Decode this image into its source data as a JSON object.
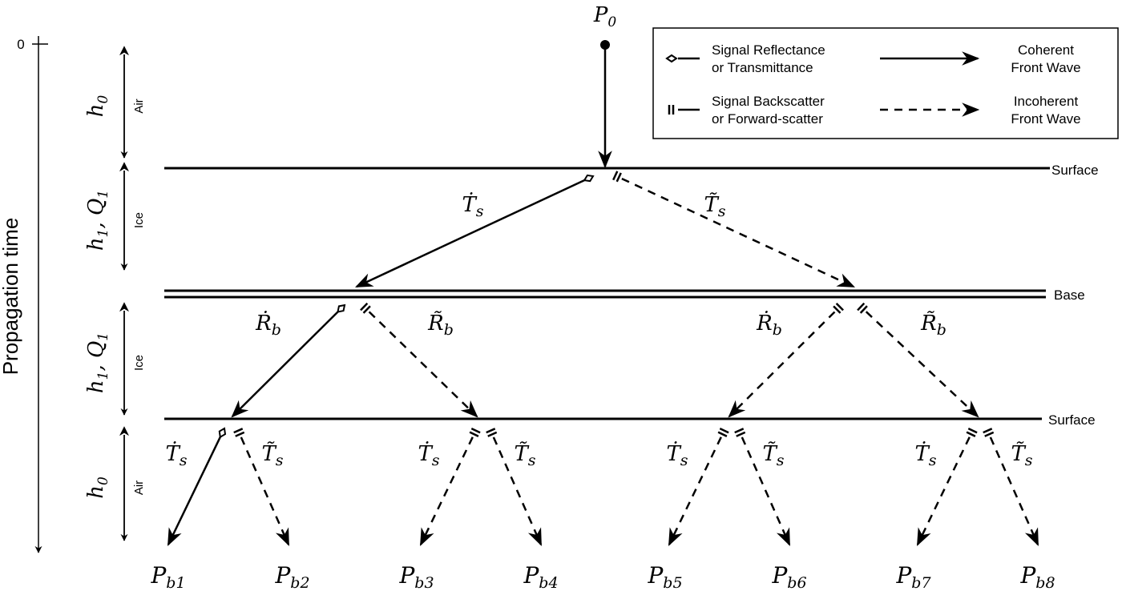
{
  "time_axis": {
    "label": "Propagation time",
    "zero_tick": "0"
  },
  "source": {
    "main": "P",
    "sub": "0"
  },
  "layers": [
    {
      "thickness": "h",
      "sub": "0",
      "medium": "Air"
    },
    {
      "thickness": "h",
      "sub": "1",
      "extra": ", Q",
      "extra_sub": "1",
      "medium": "Ice"
    },
    {
      "thickness": "h",
      "sub": "1",
      "extra": ", Q",
      "extra_sub": "1",
      "medium": "Ice"
    },
    {
      "thickness": "h",
      "sub": "0",
      "medium": "Air"
    }
  ],
  "interfaces": {
    "surface_top": "Surface",
    "base": "Base",
    "surface_bottom": "Surface"
  },
  "coefficients": {
    "Ts_coherent": {
      "main": "Ṫ",
      "sub": "s"
    },
    "Ts_incoherent": {
      "main": "T̃",
      "sub": "s"
    },
    "Rb_coherent": {
      "main": "Ṙ",
      "sub": "b"
    },
    "Rb_incoherent": {
      "main": "R̃",
      "sub": "b"
    }
  },
  "outputs": [
    {
      "main": "P",
      "sub": "b1"
    },
    {
      "main": "P",
      "sub": "b2"
    },
    {
      "main": "P",
      "sub": "b3"
    },
    {
      "main": "P",
      "sub": "b4"
    },
    {
      "main": "P",
      "sub": "b5"
    },
    {
      "main": "P",
      "sub": "b6"
    },
    {
      "main": "P",
      "sub": "b7"
    },
    {
      "main": "P",
      "sub": "b8"
    }
  ],
  "legend": {
    "reflectance_line1": "Signal Reflectance",
    "reflectance_line2": "or Transmittance",
    "backscatter_line1": "Signal Backscatter",
    "backscatter_line2": "or Forward-scatter",
    "coherent_line1": "Coherent",
    "coherent_line2": "Front Wave",
    "incoherent_line1": "Incoherent",
    "incoherent_line2": "Front Wave"
  },
  "colors": {
    "ink": "#000000",
    "background": "#ffffff"
  }
}
